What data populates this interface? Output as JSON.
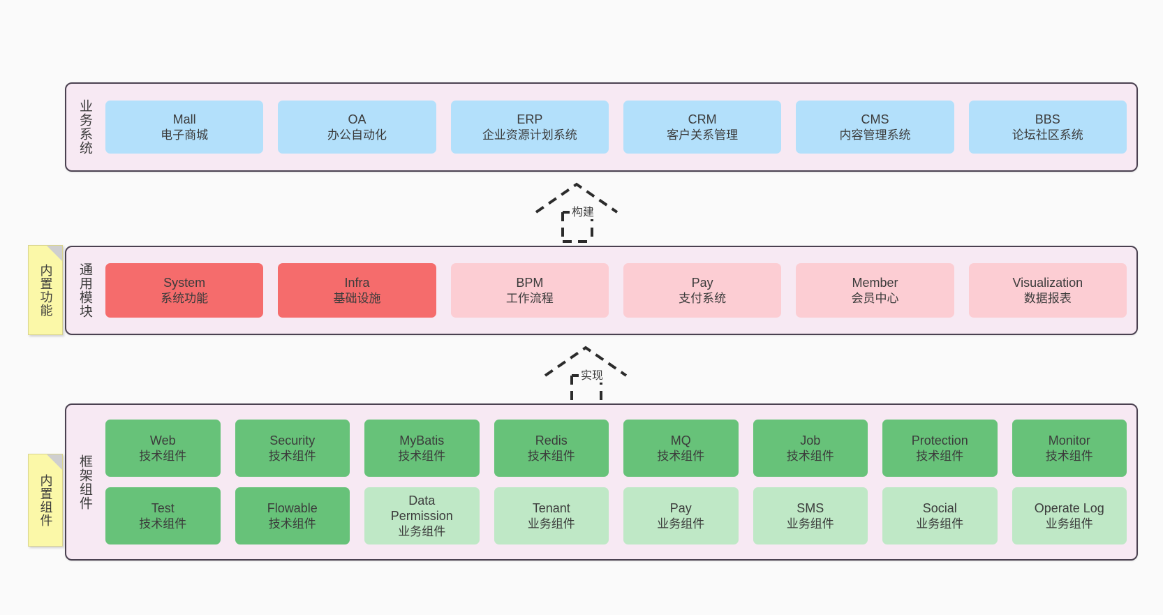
{
  "diagram": {
    "background_color": "#fafafa",
    "layer_bg_color": "#f7e9f3",
    "layer_border_color": "#4a4150",
    "tab_color": "#fbf8a8"
  },
  "layers": [
    {
      "id": "business-systems",
      "title": "业务系统",
      "tab": null,
      "rows": [
        {
          "cards": [
            {
              "name": "Mall",
              "sub": "电子商城",
              "color": "#b3e0fb",
              "style": "c-blue"
            },
            {
              "name": "OA",
              "sub": "办公自动化",
              "color": "#b3e0fb",
              "style": "c-blue"
            },
            {
              "name": "ERP",
              "sub": "企业资源计划系统",
              "color": "#b3e0fb",
              "style": "c-blue"
            },
            {
              "name": "CRM",
              "sub": "客户关系管理",
              "color": "#b3e0fb",
              "style": "c-blue"
            },
            {
              "name": "CMS",
              "sub": "内容管理系统",
              "color": "#b3e0fb",
              "style": "c-blue"
            },
            {
              "name": "BBS",
              "sub": "论坛社区系统",
              "color": "#b3e0fb",
              "style": "c-blue"
            }
          ]
        }
      ]
    },
    {
      "id": "common-modules",
      "title": "通用模块",
      "tab": "内置功能",
      "rows": [
        {
          "cards": [
            {
              "name": "System",
              "sub": "系统功能",
              "color": "#f56c6c",
              "style": "c-red"
            },
            {
              "name": "Infra",
              "sub": "基础设施",
              "color": "#f56c6c",
              "style": "c-red"
            },
            {
              "name": "BPM",
              "sub": "工作流程",
              "color": "#fccdd3",
              "style": "c-pink"
            },
            {
              "name": "Pay",
              "sub": "支付系统",
              "color": "#fccdd3",
              "style": "c-pink"
            },
            {
              "name": "Member",
              "sub": "会员中心",
              "color": "#fccdd3",
              "style": "c-pink"
            },
            {
              "name": "Visualization",
              "sub": "数据报表",
              "color": "#fccdd3",
              "style": "c-pink"
            }
          ]
        }
      ]
    },
    {
      "id": "framework-components",
      "title": "框架组件",
      "tab": "内置组件",
      "rows": [
        {
          "cards": [
            {
              "name": "Web",
              "sub": "技术组件",
              "color": "#67c279",
              "style": "c-green"
            },
            {
              "name": "Security",
              "sub": "技术组件",
              "color": "#67c279",
              "style": "c-green"
            },
            {
              "name": "MyBatis",
              "sub": "技术组件",
              "color": "#67c279",
              "style": "c-green"
            },
            {
              "name": "Redis",
              "sub": "技术组件",
              "color": "#67c279",
              "style": "c-green"
            },
            {
              "name": "MQ",
              "sub": "技术组件",
              "color": "#67c279",
              "style": "c-green"
            },
            {
              "name": "Job",
              "sub": "技术组件",
              "color": "#67c279",
              "style": "c-green"
            },
            {
              "name": "Protection",
              "sub": "技术组件",
              "color": "#67c279",
              "style": "c-green"
            },
            {
              "name": "Monitor",
              "sub": "技术组件",
              "color": "#67c279",
              "style": "c-green"
            }
          ]
        },
        {
          "cards": [
            {
              "name": "Test",
              "sub": "技术组件",
              "color": "#67c279",
              "style": "c-green"
            },
            {
              "name": "Flowable",
              "sub": "技术组件",
              "color": "#67c279",
              "style": "c-green"
            },
            {
              "name": "Data",
              "name2": "Permission",
              "sub": "业务组件",
              "color": "#bfe8c6",
              "style": "c-lgreen"
            },
            {
              "name": "Tenant",
              "sub": "业务组件",
              "color": "#bfe8c6",
              "style": "c-lgreen"
            },
            {
              "name": "Pay",
              "sub": "业务组件",
              "color": "#bfe8c6",
              "style": "c-lgreen"
            },
            {
              "name": "SMS",
              "sub": "业务组件",
              "color": "#bfe8c6",
              "style": "c-lgreen"
            },
            {
              "name": "Social",
              "sub": "业务组件",
              "color": "#bfe8c6",
              "style": "c-lgreen"
            },
            {
              "name": "Operate Log",
              "sub": "业务组件",
              "color": "#bfe8c6",
              "style": "c-lgreen"
            }
          ]
        }
      ]
    }
  ],
  "arrows": [
    {
      "id": "build",
      "label": "构建",
      "from": "common-modules",
      "to": "business-systems"
    },
    {
      "id": "implement",
      "label": "实现",
      "from": "framework-components",
      "to": "common-modules"
    }
  ]
}
